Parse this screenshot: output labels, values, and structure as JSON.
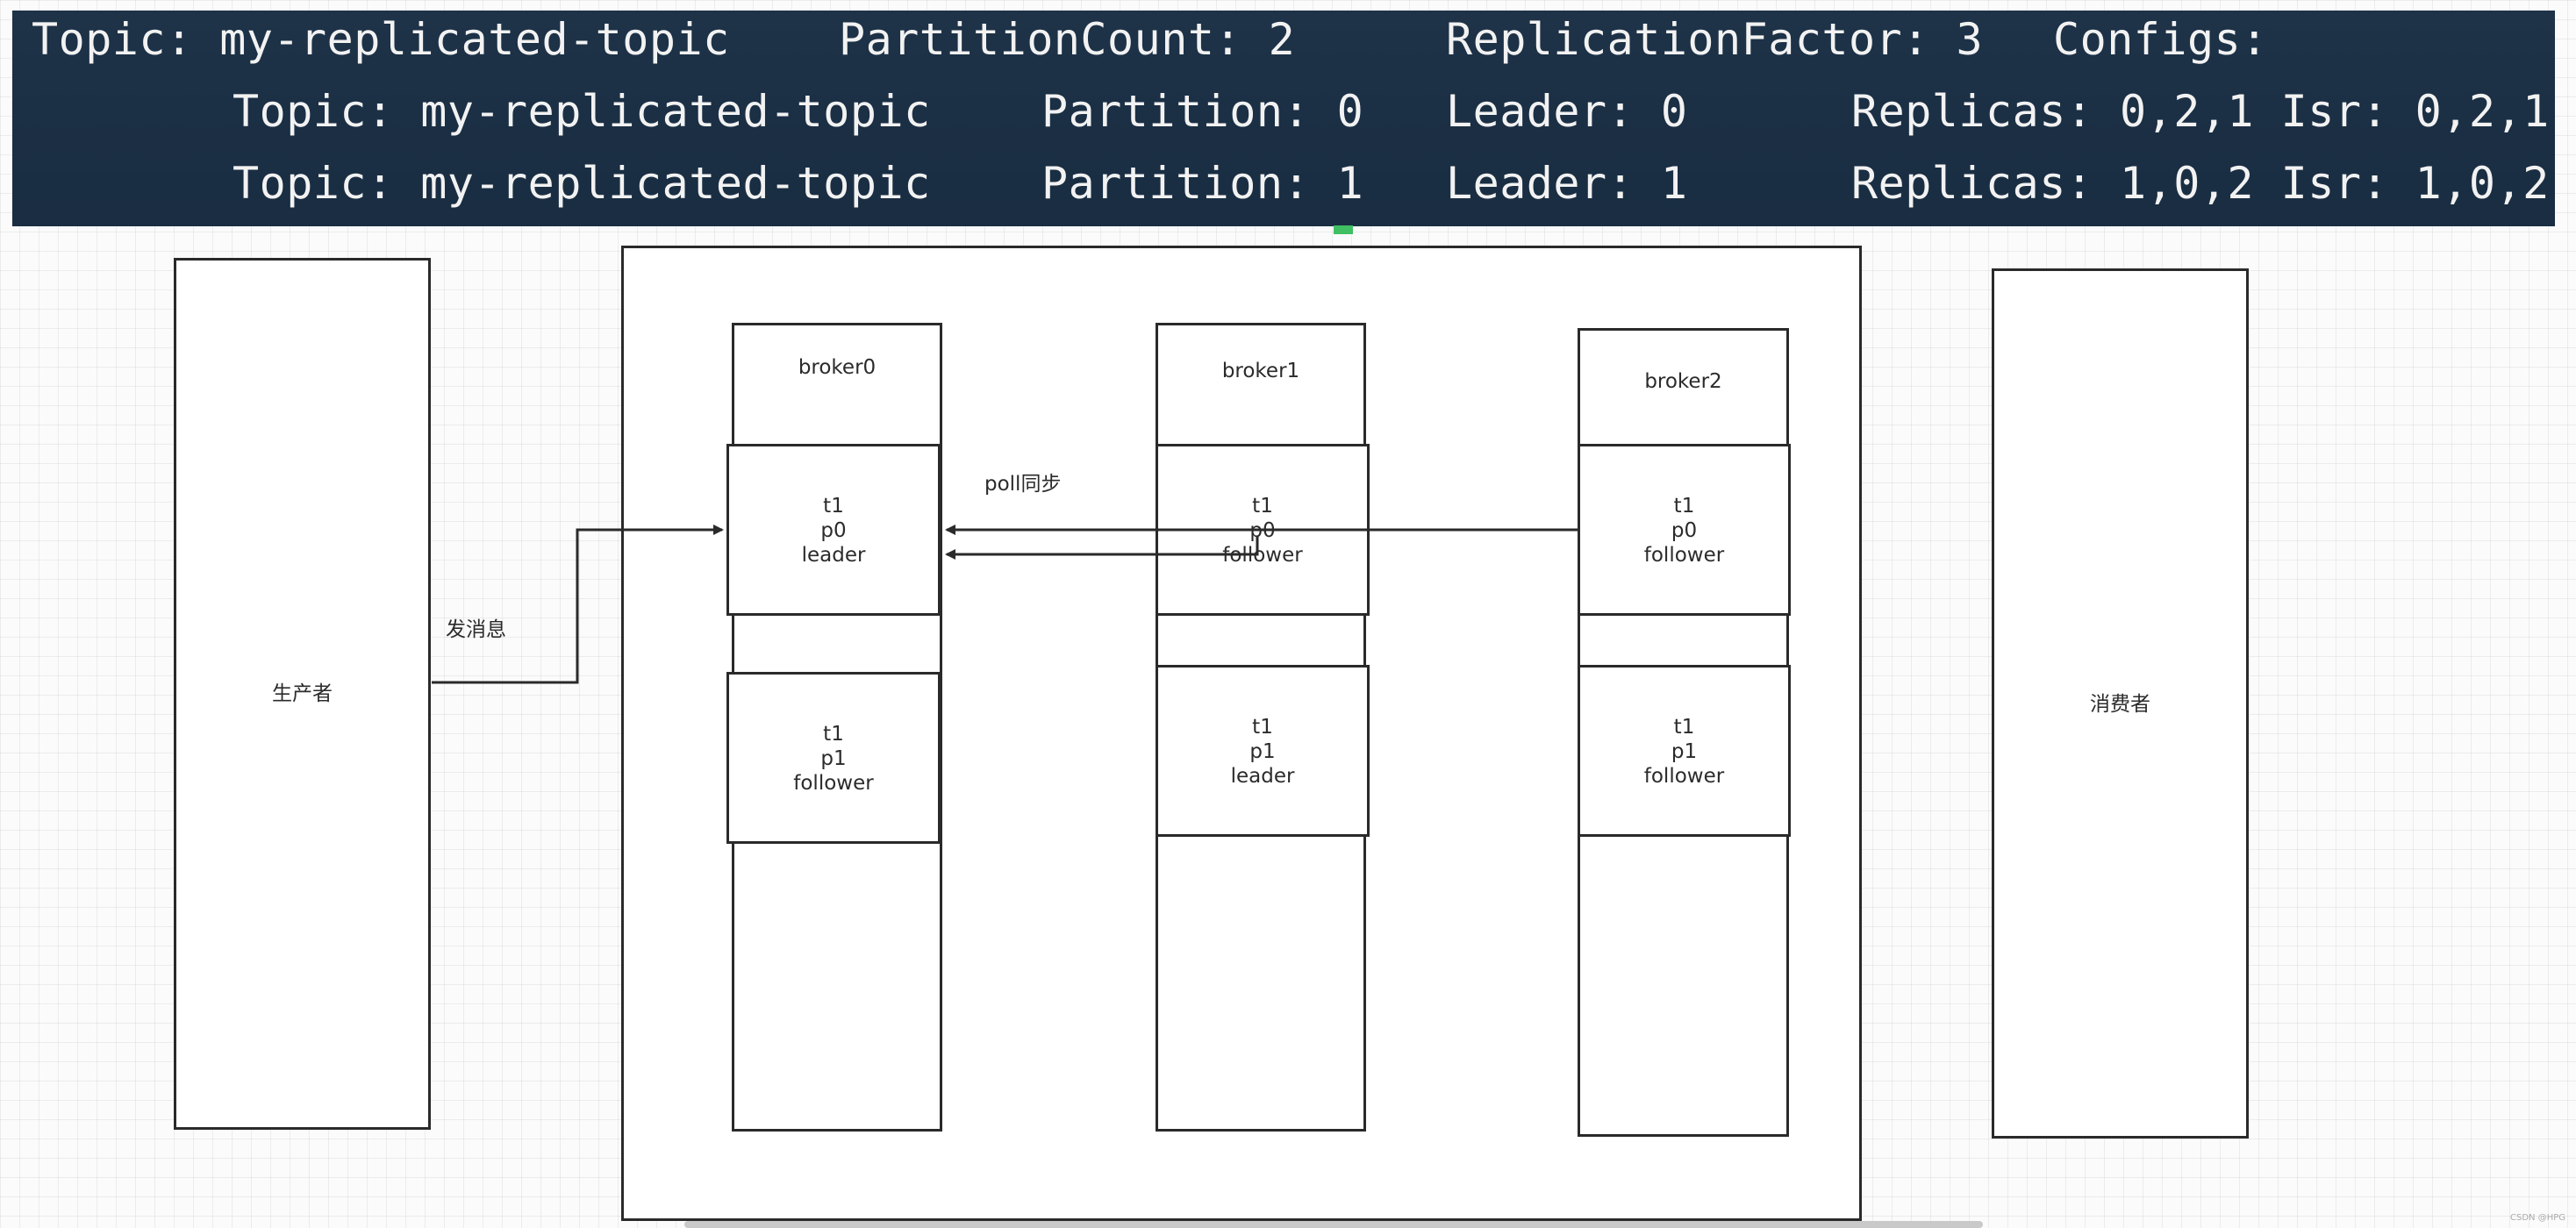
{
  "terminal": {
    "line1": {
      "topic": "Topic: my-replicated-topic",
      "partition_count": "PartitionCount: 2",
      "replication_factor": "ReplicationFactor: 3",
      "configs": "Configs:"
    },
    "rows": [
      {
        "topic": "Topic: my-replicated-topic",
        "partition": "Partition: 0",
        "leader": "Leader: 0",
        "replicas_isr": "Replicas: 0,2,1 Isr: 0,2,1"
      },
      {
        "topic": "Topic: my-replicated-topic",
        "partition": "Partition: 1",
        "leader": "Leader: 1",
        "replicas_isr": "Replicas: 1,0,2 Isr: 1,0,2"
      }
    ]
  },
  "diagram": {
    "producer": "生产者",
    "consumer": "消费者",
    "send_label": "发消息",
    "sync_label": "poll同步",
    "brokers": [
      {
        "name": "broker0",
        "partitions": [
          {
            "topic": "t1",
            "partition": "p0",
            "role": "leader"
          },
          {
            "topic": "t1",
            "partition": "p1",
            "role": "follower"
          }
        ]
      },
      {
        "name": "broker1",
        "partitions": [
          {
            "topic": "t1",
            "partition": "p0",
            "role": "follower"
          },
          {
            "topic": "t1",
            "partition": "p1",
            "role": "leader"
          }
        ]
      },
      {
        "name": "broker2",
        "partitions": [
          {
            "topic": "t1",
            "partition": "p0",
            "role": "follower"
          },
          {
            "topic": "t1",
            "partition": "p1",
            "role": "follower"
          }
        ]
      }
    ]
  },
  "watermark": "CSDN @HPG"
}
